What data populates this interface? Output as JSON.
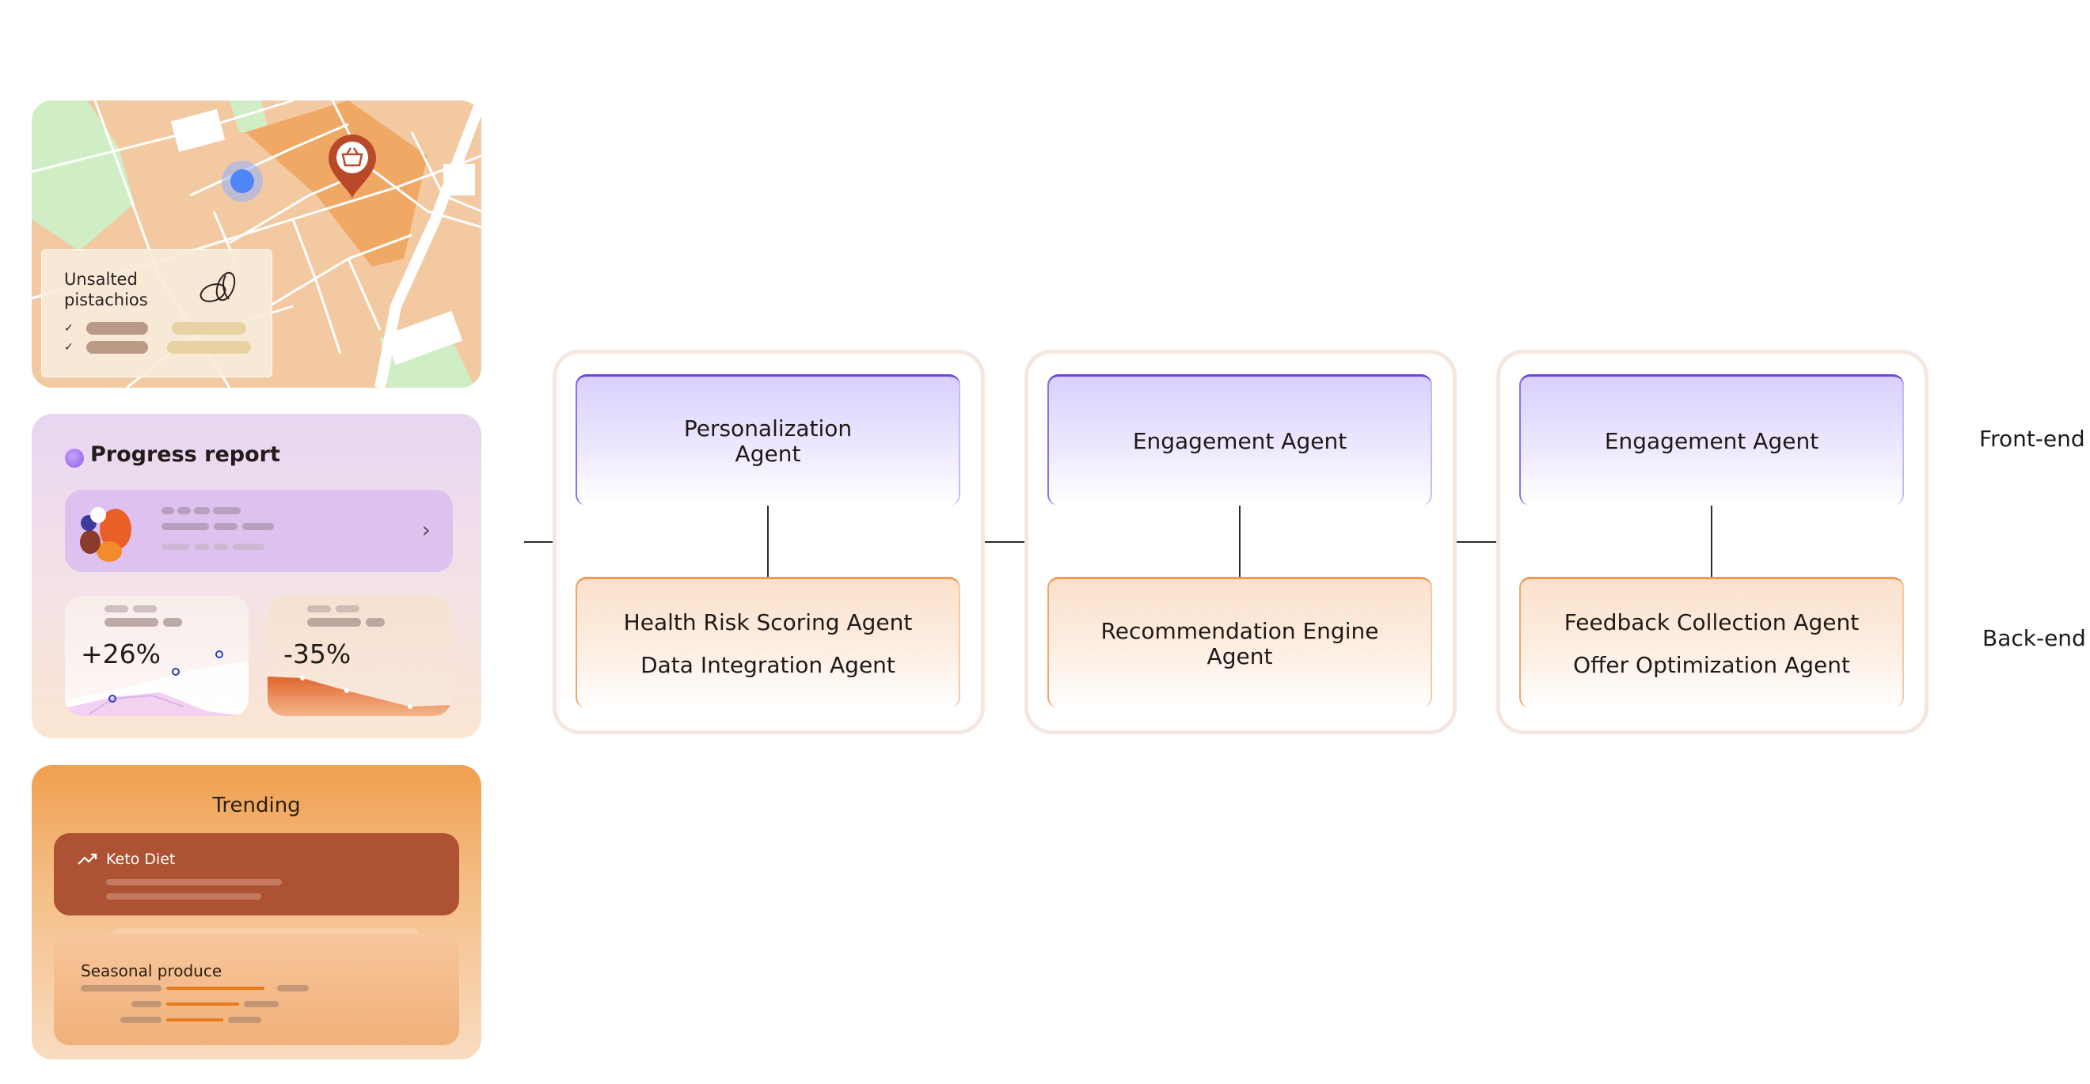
{
  "map_card": {
    "product_name": "Unsalted pistachios",
    "pin_icon": "basket-pin-icon",
    "location_icon": "location-dot-icon",
    "product_icon": "pistachio-icon",
    "check_icon": "check-icon"
  },
  "progress_card": {
    "title": "Progress report",
    "chevron_icon": "chevron-right-icon",
    "stats": [
      {
        "value": "+26%"
      },
      {
        "value": "-35%"
      }
    ]
  },
  "trending_card": {
    "title": "Trending",
    "items": [
      {
        "label": "Keto Diet",
        "icon": "trending-up-icon"
      },
      {
        "label": "Seasonal produce"
      }
    ]
  },
  "diagram": {
    "groups": [
      {
        "front": [
          "Personalization",
          "Agent"
        ],
        "back": [
          "Health Risk Scoring Agent",
          "Data Integration Agent"
        ]
      },
      {
        "front": [
          "Engagement Agent"
        ],
        "back": [
          "Recommendation Engine",
          "Agent"
        ]
      },
      {
        "front": [
          "Engagement Agent"
        ],
        "back": [
          "Feedback Collection Agent",
          "Offer Optimization Agent"
        ]
      }
    ],
    "labels": {
      "front": "Front-end",
      "back": "Back-end"
    }
  },
  "colors": {
    "front_accent": "#6a45e0",
    "back_accent": "#ee9a52",
    "keto": "#ad5232",
    "map_base": "#f3c9a1"
  }
}
